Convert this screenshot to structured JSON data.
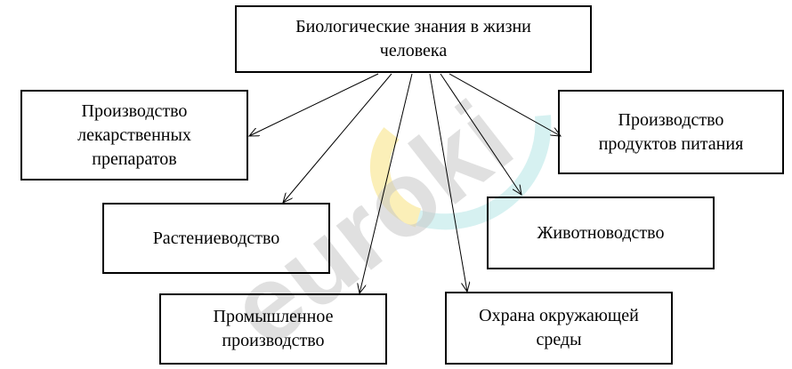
{
  "watermark": {
    "text": "euroki",
    "colors": [
      "#c8c8c8",
      "#f0a8b4",
      "#f7e27e",
      "#b4e6e6"
    ]
  },
  "diagram": {
    "root": {
      "label_line1": "Биологические знания в жизни",
      "label_line2": "человека"
    },
    "nodes": {
      "medicine": {
        "line1": "Производство",
        "line2": "лекарственных",
        "line3": "препаратов"
      },
      "plants": {
        "line1": "Растениеводство"
      },
      "industry": {
        "line1": "Промышленное",
        "line2": "производство"
      },
      "food": {
        "line1": "Производство",
        "line2": "продуктов питания"
      },
      "animals": {
        "line1": "Животноводство"
      },
      "environment": {
        "line1": "Охрана окружающей",
        "line2": "среды"
      }
    },
    "edge_color": "#000000"
  }
}
